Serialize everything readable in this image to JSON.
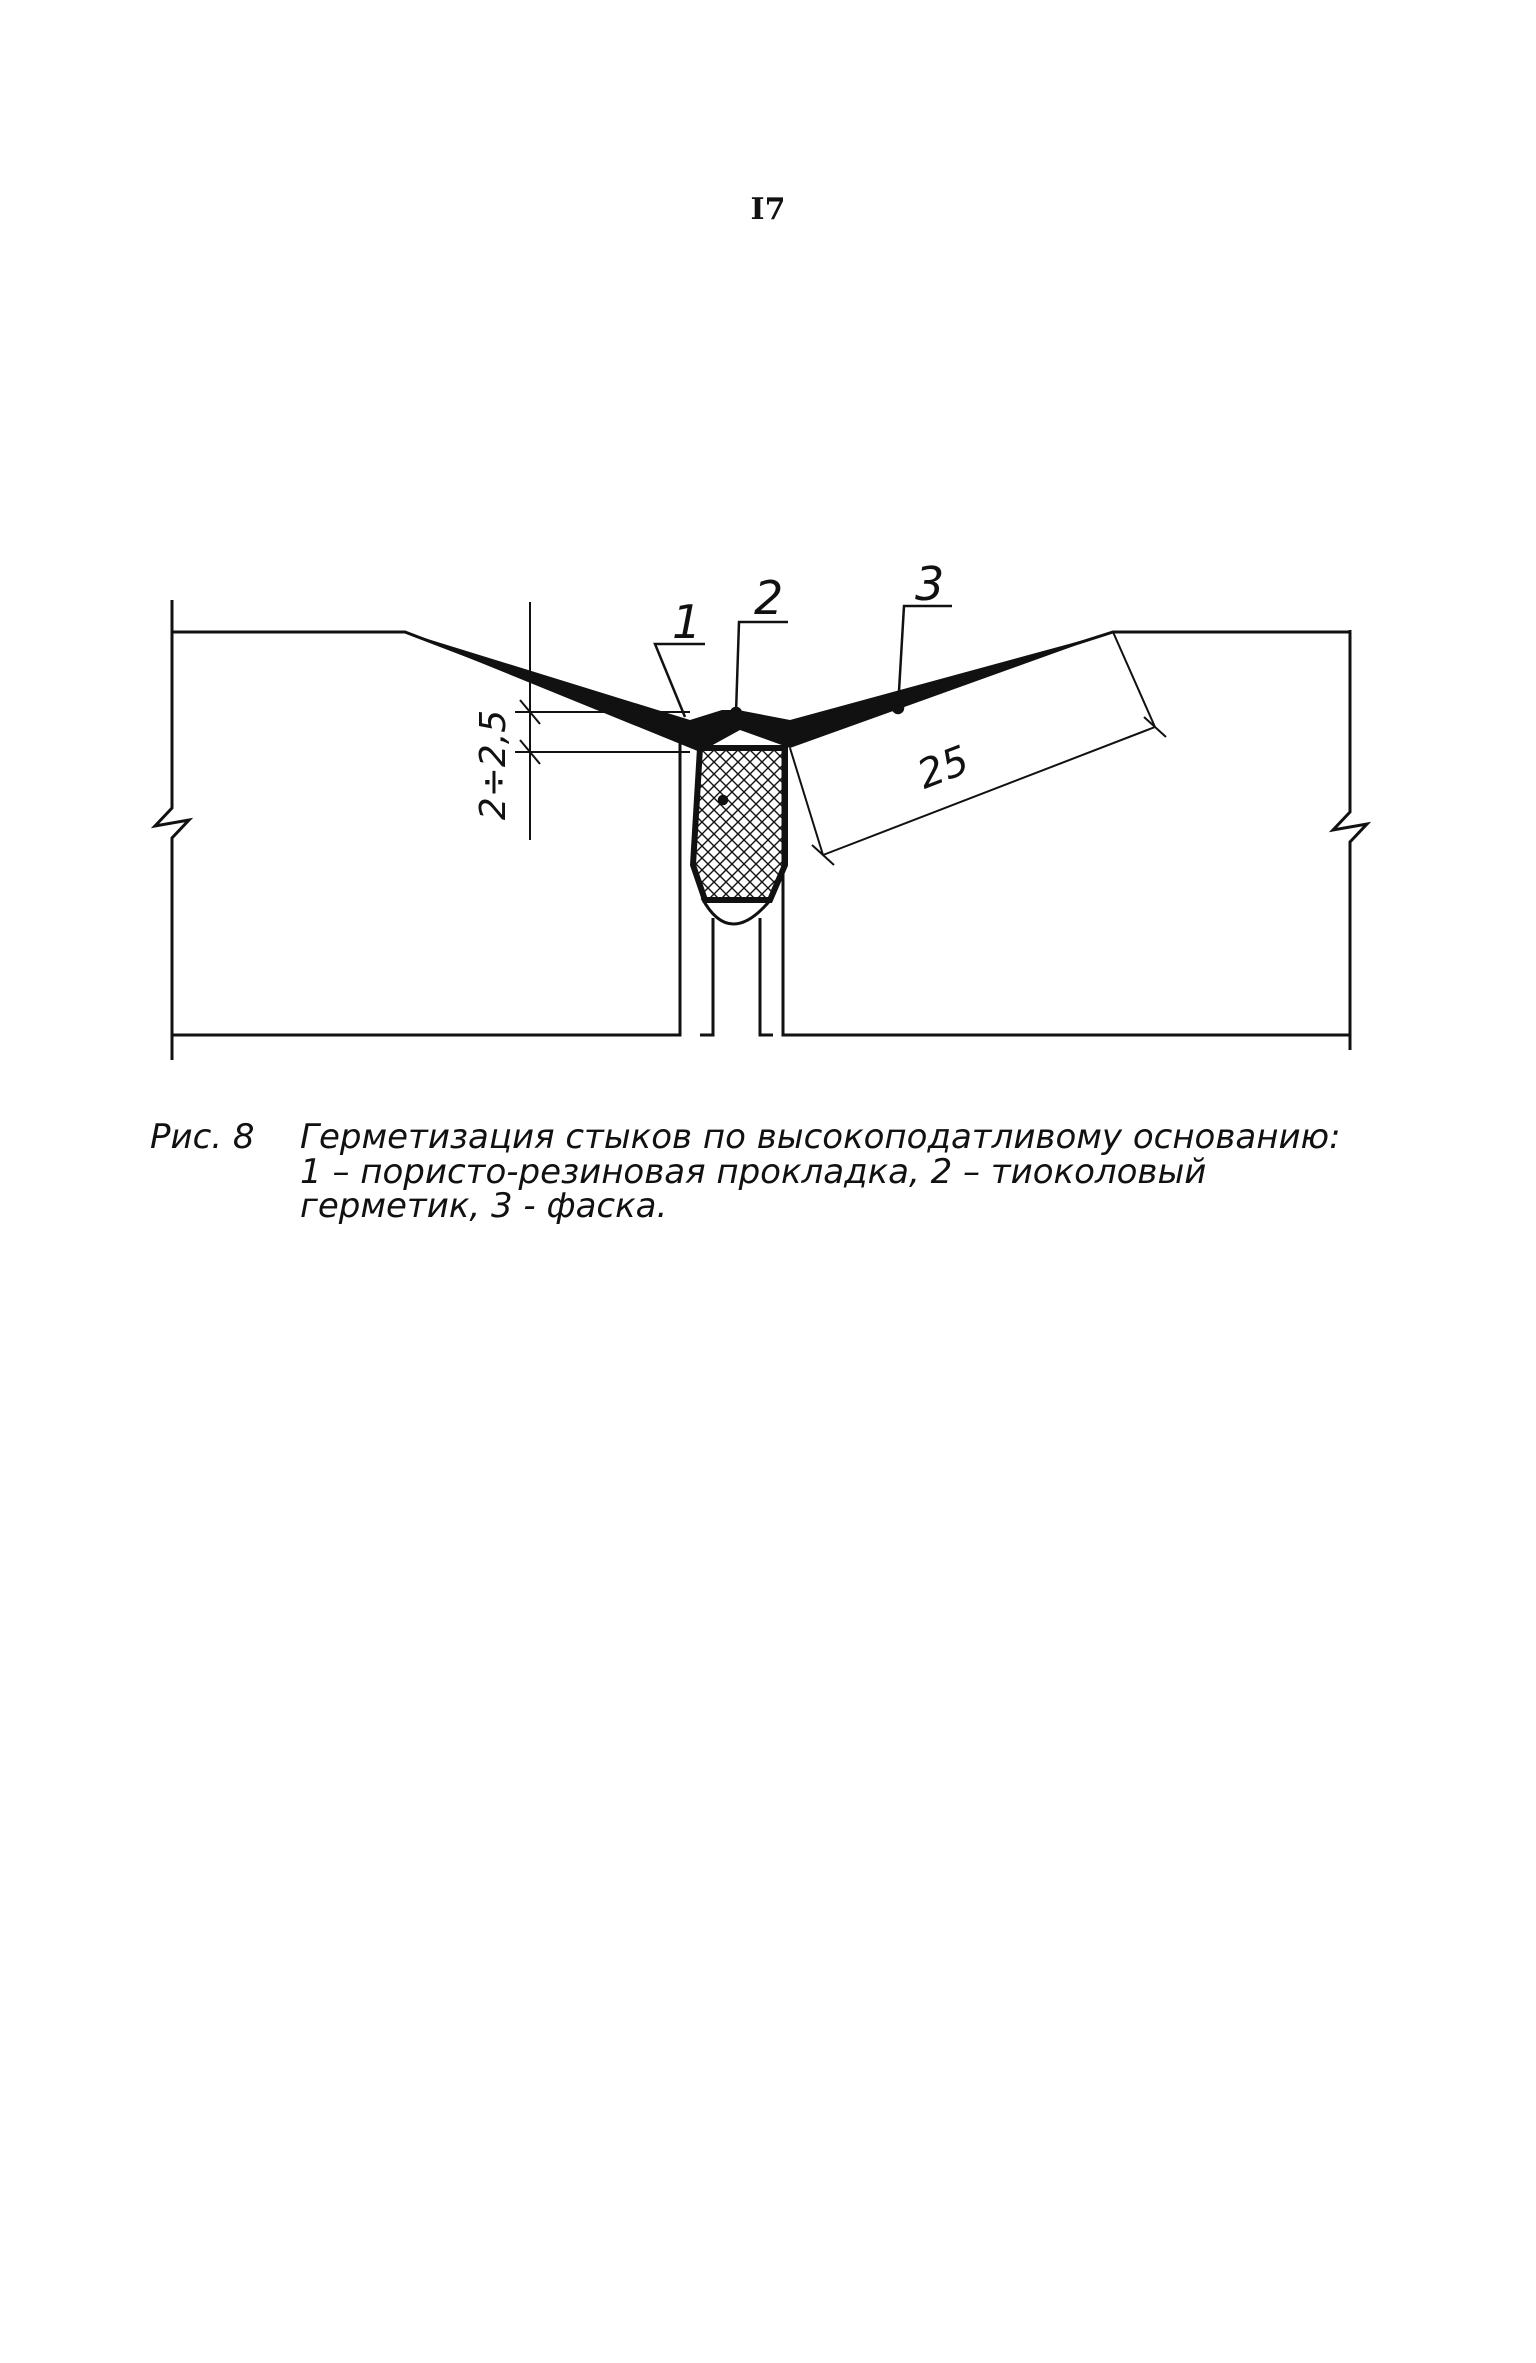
{
  "page": {
    "number": "I7"
  },
  "figure": {
    "labels": {
      "item1": "1",
      "item2": "2",
      "item3": "3",
      "gap_dimension": "2÷2,5",
      "chamfer_dimension": "25"
    }
  },
  "caption": {
    "prefix": "Рис. 8",
    "line1": "Герметизация стыков по высокоподатливому основанию:",
    "line2": "1 – пористо-резиновая прокладка, 2 – тиоколовый",
    "line3": "герметик,    3 - фаска."
  },
  "colors": {
    "ink": "#111111",
    "paper": "#ffffff"
  }
}
